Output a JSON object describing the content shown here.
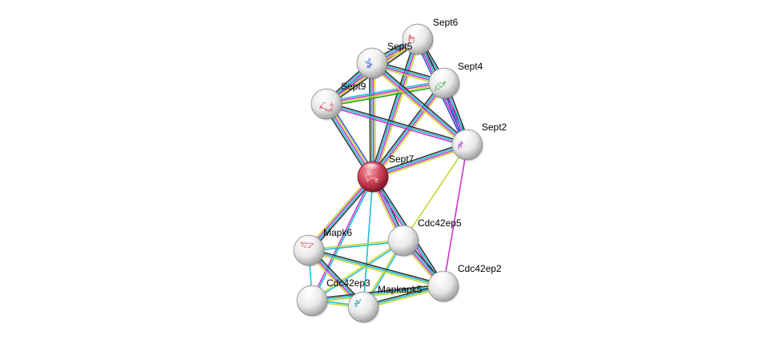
{
  "network": {
    "colors": {
      "query_node": "#d21e35",
      "node": "#dcdcdc",
      "edge_cyan": "#1ebcd6",
      "edge_magenta": "#cc33cc",
      "edge_yellow": "#c8d632",
      "edge_black": "#333333",
      "edge_blue": "#3355cc",
      "edge_green": "#2aa02a"
    },
    "nodes": [
      {
        "id": "Sept7",
        "label": "Sept7",
        "query": true,
        "structure": "red"
      },
      {
        "id": "Sept6",
        "label": "Sept6",
        "structure": "red"
      },
      {
        "id": "Sept5",
        "label": "Sept5",
        "structure": "blue"
      },
      {
        "id": "Sept4",
        "label": "Sept4",
        "structure": "green"
      },
      {
        "id": "Sept9",
        "label": "Sept9",
        "structure": "red"
      },
      {
        "id": "Sept2",
        "label": "Sept2",
        "structure": "purple"
      },
      {
        "id": "Cdc42ep5",
        "label": "Cdc42ep5",
        "structure": "none"
      },
      {
        "id": "Mapk6",
        "label": "Mapk6",
        "structure": "red"
      },
      {
        "id": "Cdc42ep2",
        "label": "Cdc42ep2",
        "structure": "none"
      },
      {
        "id": "Cdc42ep3",
        "label": "Cdc42ep3",
        "structure": "none"
      },
      {
        "id": "Mapkapk5",
        "label": "Mapkapk5",
        "structure": "teal"
      }
    ],
    "edges": [
      {
        "a": "Sept7",
        "b": "Sept9",
        "types": [
          "black",
          "cyan",
          "magenta",
          "yellow",
          "blue"
        ]
      },
      {
        "a": "Sept7",
        "b": "Sept5",
        "types": [
          "black",
          "cyan",
          "magenta",
          "yellow"
        ]
      },
      {
        "a": "Sept7",
        "b": "Sept6",
        "types": [
          "black",
          "cyan",
          "magenta",
          "yellow"
        ]
      },
      {
        "a": "Sept7",
        "b": "Sept4",
        "types": [
          "black",
          "cyan",
          "magenta",
          "yellow"
        ]
      },
      {
        "a": "Sept7",
        "b": "Sept2",
        "types": [
          "black",
          "cyan",
          "magenta",
          "yellow"
        ]
      },
      {
        "a": "Sept7",
        "b": "Cdc42ep5",
        "types": [
          "black",
          "cyan",
          "magenta",
          "yellow"
        ]
      },
      {
        "a": "Sept7",
        "b": "Cdc42ep2",
        "types": [
          "black",
          "cyan",
          "magenta"
        ]
      },
      {
        "a": "Sept7",
        "b": "Mapk6",
        "types": [
          "black",
          "cyan",
          "magenta",
          "yellow"
        ]
      },
      {
        "a": "Sept7",
        "b": "Cdc42ep3",
        "types": [
          "cyan",
          "magenta"
        ]
      },
      {
        "a": "Sept7",
        "b": "Mapkapk5",
        "types": [
          "cyan"
        ]
      },
      {
        "a": "Sept9",
        "b": "Sept5",
        "types": [
          "black",
          "cyan",
          "magenta",
          "yellow"
        ]
      },
      {
        "a": "Sept9",
        "b": "Sept6",
        "types": [
          "cyan",
          "magenta",
          "yellow",
          "black"
        ]
      },
      {
        "a": "Sept9",
        "b": "Sept4",
        "types": [
          "cyan",
          "magenta",
          "yellow",
          "green"
        ]
      },
      {
        "a": "Sept9",
        "b": "Sept2",
        "types": [
          "black",
          "cyan",
          "magenta"
        ]
      },
      {
        "a": "Sept5",
        "b": "Sept6",
        "types": [
          "black",
          "cyan",
          "magenta",
          "yellow"
        ]
      },
      {
        "a": "Sept5",
        "b": "Sept4",
        "types": [
          "black",
          "cyan",
          "magenta",
          "yellow"
        ]
      },
      {
        "a": "Sept5",
        "b": "Sept2",
        "types": [
          "black",
          "cyan",
          "magenta",
          "yellow"
        ]
      },
      {
        "a": "Sept6",
        "b": "Sept4",
        "types": [
          "black",
          "cyan",
          "magenta",
          "yellow"
        ]
      },
      {
        "a": "Sept6",
        "b": "Sept2",
        "types": [
          "black",
          "cyan",
          "magenta",
          "blue"
        ]
      },
      {
        "a": "Sept4",
        "b": "Sept2",
        "types": [
          "black",
          "cyan",
          "magenta",
          "blue"
        ]
      },
      {
        "a": "Sept2",
        "b": "Cdc42ep5",
        "types": [
          "yellow"
        ]
      },
      {
        "a": "Sept2",
        "b": "Cdc42ep2",
        "types": [
          "magenta"
        ]
      },
      {
        "a": "Cdc42ep5",
        "b": "Mapk6",
        "types": [
          "cyan",
          "yellow"
        ]
      },
      {
        "a": "Cdc42ep5",
        "b": "Cdc42ep2",
        "types": [
          "black",
          "cyan",
          "magenta",
          "yellow"
        ]
      },
      {
        "a": "Cdc42ep5",
        "b": "Cdc42ep3",
        "types": [
          "cyan",
          "yellow"
        ]
      },
      {
        "a": "Cdc42ep5",
        "b": "Mapkapk5",
        "types": [
          "cyan",
          "yellow"
        ]
      },
      {
        "a": "Mapk6",
        "b": "Cdc42ep3",
        "types": [
          "cyan"
        ]
      },
      {
        "a": "Mapk6",
        "b": "Mapkapk5",
        "types": [
          "black",
          "cyan",
          "magenta",
          "yellow"
        ]
      },
      {
        "a": "Mapk6",
        "b": "Cdc42ep2",
        "types": [
          "black",
          "cyan",
          "yellow"
        ]
      },
      {
        "a": "Cdc42ep3",
        "b": "Cdc42ep2",
        "types": [
          "black",
          "cyan",
          "yellow"
        ]
      },
      {
        "a": "Cdc42ep3",
        "b": "Mapkapk5",
        "types": [
          "cyan",
          "yellow"
        ]
      },
      {
        "a": "Mapkapk5",
        "b": "Cdc42ep2",
        "types": [
          "black",
          "cyan",
          "yellow"
        ]
      }
    ]
  }
}
